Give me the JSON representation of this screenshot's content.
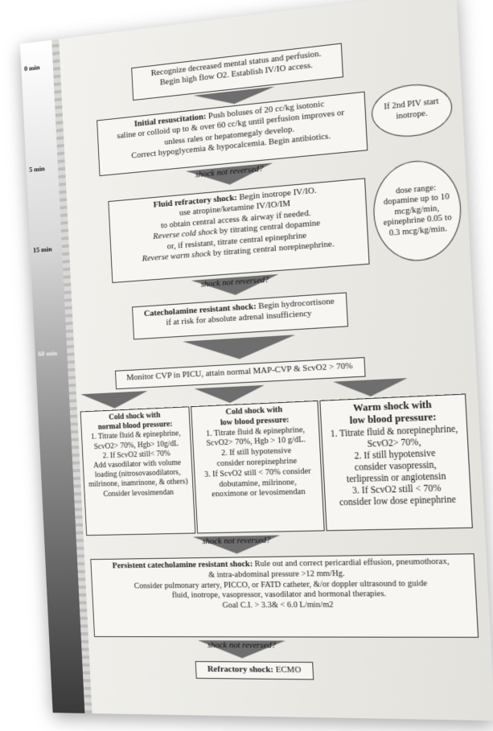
{
  "timeline": {
    "t0": "0 min",
    "t5": "5 min",
    "t15": "15 min",
    "t60": "60 min"
  },
  "step1": {
    "line1": "Recognize decreased mental status and perfusion.",
    "line2": "Begin high flow O2. Establish IV/IO access."
  },
  "step2": {
    "title": "Initial resuscitation:",
    "text1": " Push boluses of 20 cc/kg isotonic",
    "line2": "saline or colloid up to & over 60 cc/kg until perfusion improves or",
    "line3": "unless rales or hepatomegaly develop.",
    "line4": "Correct hypoglycemia & hypocalcemia. Begin antibiotics."
  },
  "oval1": {
    "text": "If 2nd PIV start inotrope."
  },
  "label1": "shock not reversed?",
  "step3": {
    "title": "Fluid refractory shock:",
    "text1": " Begin inotrope IV/IO.",
    "line2": "use atropine/ketamine IV/IO/IM",
    "line3": "to obtain central access & airway if needed.",
    "line4_em": "Reverse cold shock",
    "line4_rest": " by titrating central dopamine",
    "line5": "or, if resistant, titrate central epinephrine",
    "line6_em": "Reverse warm shock",
    "line6_rest": " by titrating central norepinephrine."
  },
  "oval2": {
    "text": "dose range: dopamine up to 10 mcg/kg/min, epinephrine 0.05 to 0.3 mcg/kg/min."
  },
  "label2": "shock not reversed?",
  "step4": {
    "title": "Catecholamine resistant shock:",
    "text1": " Begin hydrocortisone",
    "line2": "if at risk for absolute adrenal insufficiency"
  },
  "step5": {
    "text": "Monitor CVP in PICU, attain normal MAP-CVP & ScvO2 > 70%"
  },
  "col1": {
    "title1": "Cold shock with",
    "title2": "normal blood pressure:",
    "l1": "1. Titrate fluid & epinephrine,",
    "l2": "ScvO2> 70%, Hgb> 10g/dL",
    "l3": "2. If ScvO2 still< 70%",
    "l4": "Add vasodilator with volume",
    "l5": "loading (nitrosovasodilators,",
    "l6": "milrinone, inamrinone, & others)",
    "l7": "Consider levosimendan"
  },
  "col2": {
    "title1": "Cold shock with",
    "title2": "low blood pressure:",
    "l1": "1. Titrate fluid & epinephrine,",
    "l2": "ScvO2> 70%, Hgb > 10 g/dL.",
    "l3": "2. If still hypotensive",
    "l4": "consider norepinephrine",
    "l5": "3. If ScvO2 still < 70% consider",
    "l6": "dobutamine, milrinone,",
    "l7": "enoximone or levosimendan"
  },
  "col3": {
    "title1": "Warm shock with",
    "title2": "low blood pressure:",
    "l1": "1. Titrate fluid & norepinephrine,",
    "l2": "ScvO2> 70%,",
    "l3": "2. If still hypotensive",
    "l4": "consider vasopressin,",
    "l5": "terlipressin or angiotensin",
    "l6": "3. If ScvO2 still < 70%",
    "l7": "consider low dose epinephrine"
  },
  "label3": "shock not reversed?",
  "step6": {
    "title": "Persistent catecholamine resistant shock:",
    "text1": " Rule out and correct pericardial effusion, pneumothorax,",
    "line2": "& intra-abdominal pressure >12 mm/Hg.",
    "line3": "Consider pulmonary artery, PICCO, or FATD catheter, &/or doppler ultrasound to guide",
    "line4": "fluid, inotrope, vasopressor, vasodilator and hormonal therapies.",
    "line5": "Goal C.I. > 3.3& < 6.0 L/min/m2"
  },
  "label4": "shock not reversed?",
  "step7": {
    "title": "Refractory shock:",
    "text1": " ECMO"
  }
}
